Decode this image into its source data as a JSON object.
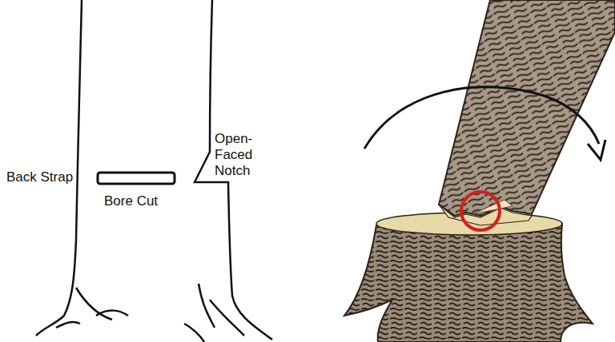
{
  "diagram": {
    "labels": [
      "Back Strap",
      "Bore Cut",
      "Open-Faced Notch"
    ]
  }
}
